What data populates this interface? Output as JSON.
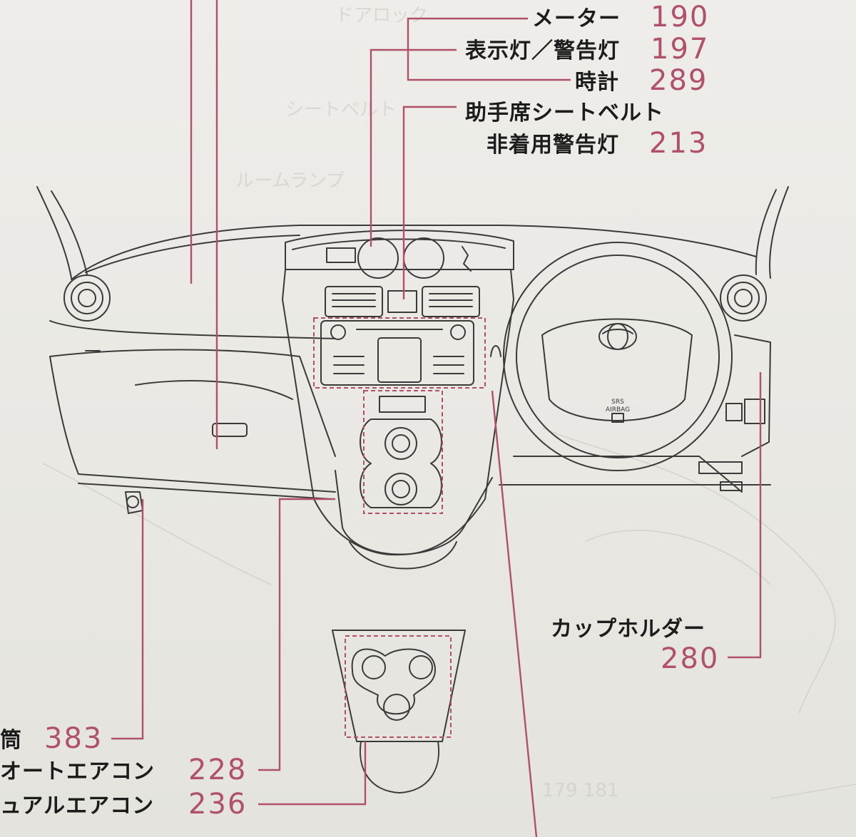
{
  "callouts": {
    "meter": {
      "label": "メーター",
      "page": "190"
    },
    "indicator": {
      "label": "表示灯／警告灯",
      "page": "197"
    },
    "clock": {
      "label": "時計",
      "page": "289"
    },
    "seatbelt": {
      "label_line1": "助手席シートベルト",
      "label_line2": "非着用警告灯",
      "page": "213"
    },
    "cup_holder": {
      "label": "カップホルダー",
      "page": "280"
    },
    "cylinder": {
      "label": "筒",
      "page": "383"
    },
    "auto_ac": {
      "label": "オートエアコン",
      "page": "228"
    },
    "manual_ac": {
      "label": "ュアルエアコン",
      "page": "236"
    }
  },
  "diagram": {
    "steering_badge_line1": "SRS",
    "steering_badge_line2": "AIRBAG"
  },
  "colors": {
    "leader_line": "#b0506a",
    "page_number": "#b0506a",
    "label_text": "#1c1c1c",
    "drawing_line": "#3a3a3a"
  }
}
